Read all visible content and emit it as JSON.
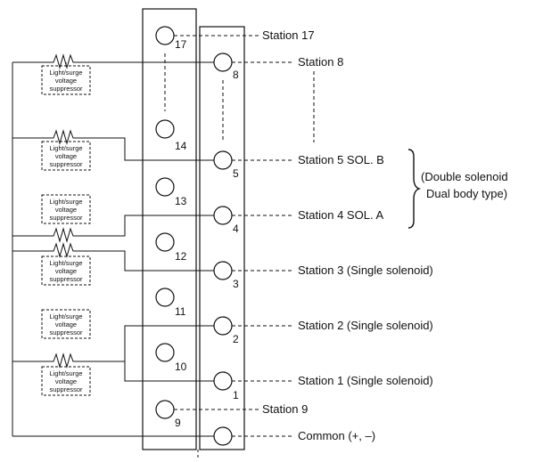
{
  "stations": {
    "s17": "Station 17",
    "s8": "Station 8",
    "s5": "Station 5 SOL. B",
    "s4": "Station 4 SOL. A",
    "s3": "Station 3 (Single solenoid)",
    "s2": "Station 2 (Single solenoid)",
    "s1": "Station 1 (Single solenoid)",
    "s9": "Station 9",
    "common": "Common (+, –)"
  },
  "double_solenoid_note": {
    "line1": "(Double solenoid",
    "line2": "Dual body type)"
  },
  "terminal_numbers": {
    "t17": "17",
    "t14": "14",
    "t13": "13",
    "t12": "12",
    "t11": "11",
    "t10": "10",
    "t9": "9",
    "t8": "8",
    "t5": "5",
    "t4": "4",
    "t3": "3",
    "t2": "2",
    "t1": "1"
  },
  "suppressor_label": [
    "Light/surge",
    "voltage",
    "suppressor"
  ]
}
